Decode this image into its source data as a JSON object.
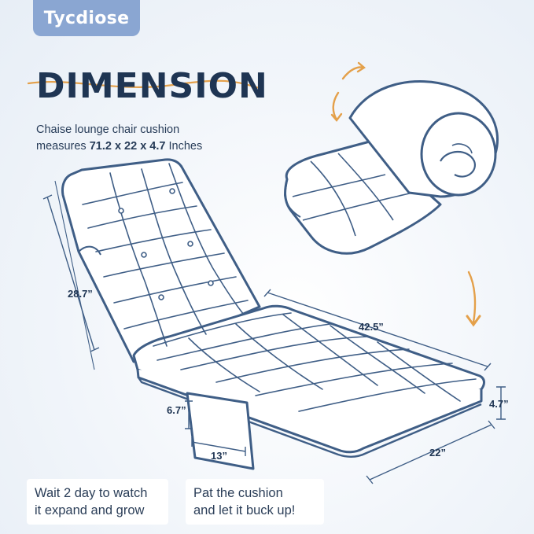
{
  "brand": {
    "logo_text": "Tycdiose"
  },
  "title": "DIMENSION",
  "description": {
    "line1": "Chaise lounge chair cushion",
    "line2_prefix": "measures ",
    "line2_bold": "71.2 x 22 x 4.7",
    "line2_suffix": " Inches"
  },
  "dimensions": {
    "back_length": "28.7”",
    "seat_length": "42.5”",
    "thickness": "4.7”",
    "width": "22”",
    "pocket_height": "6.7”",
    "pocket_width": "13”"
  },
  "notes": {
    "left_line1": "Wait 2 day to watch",
    "left_line2": "it expand and grow",
    "right_line1": "Pat the cushion",
    "right_line2": "and let it buck up!"
  },
  "colors": {
    "brand": "#8aa6d2",
    "outline": "#3f5e86",
    "accent": "#e4a04a",
    "title": "#1f3553"
  }
}
